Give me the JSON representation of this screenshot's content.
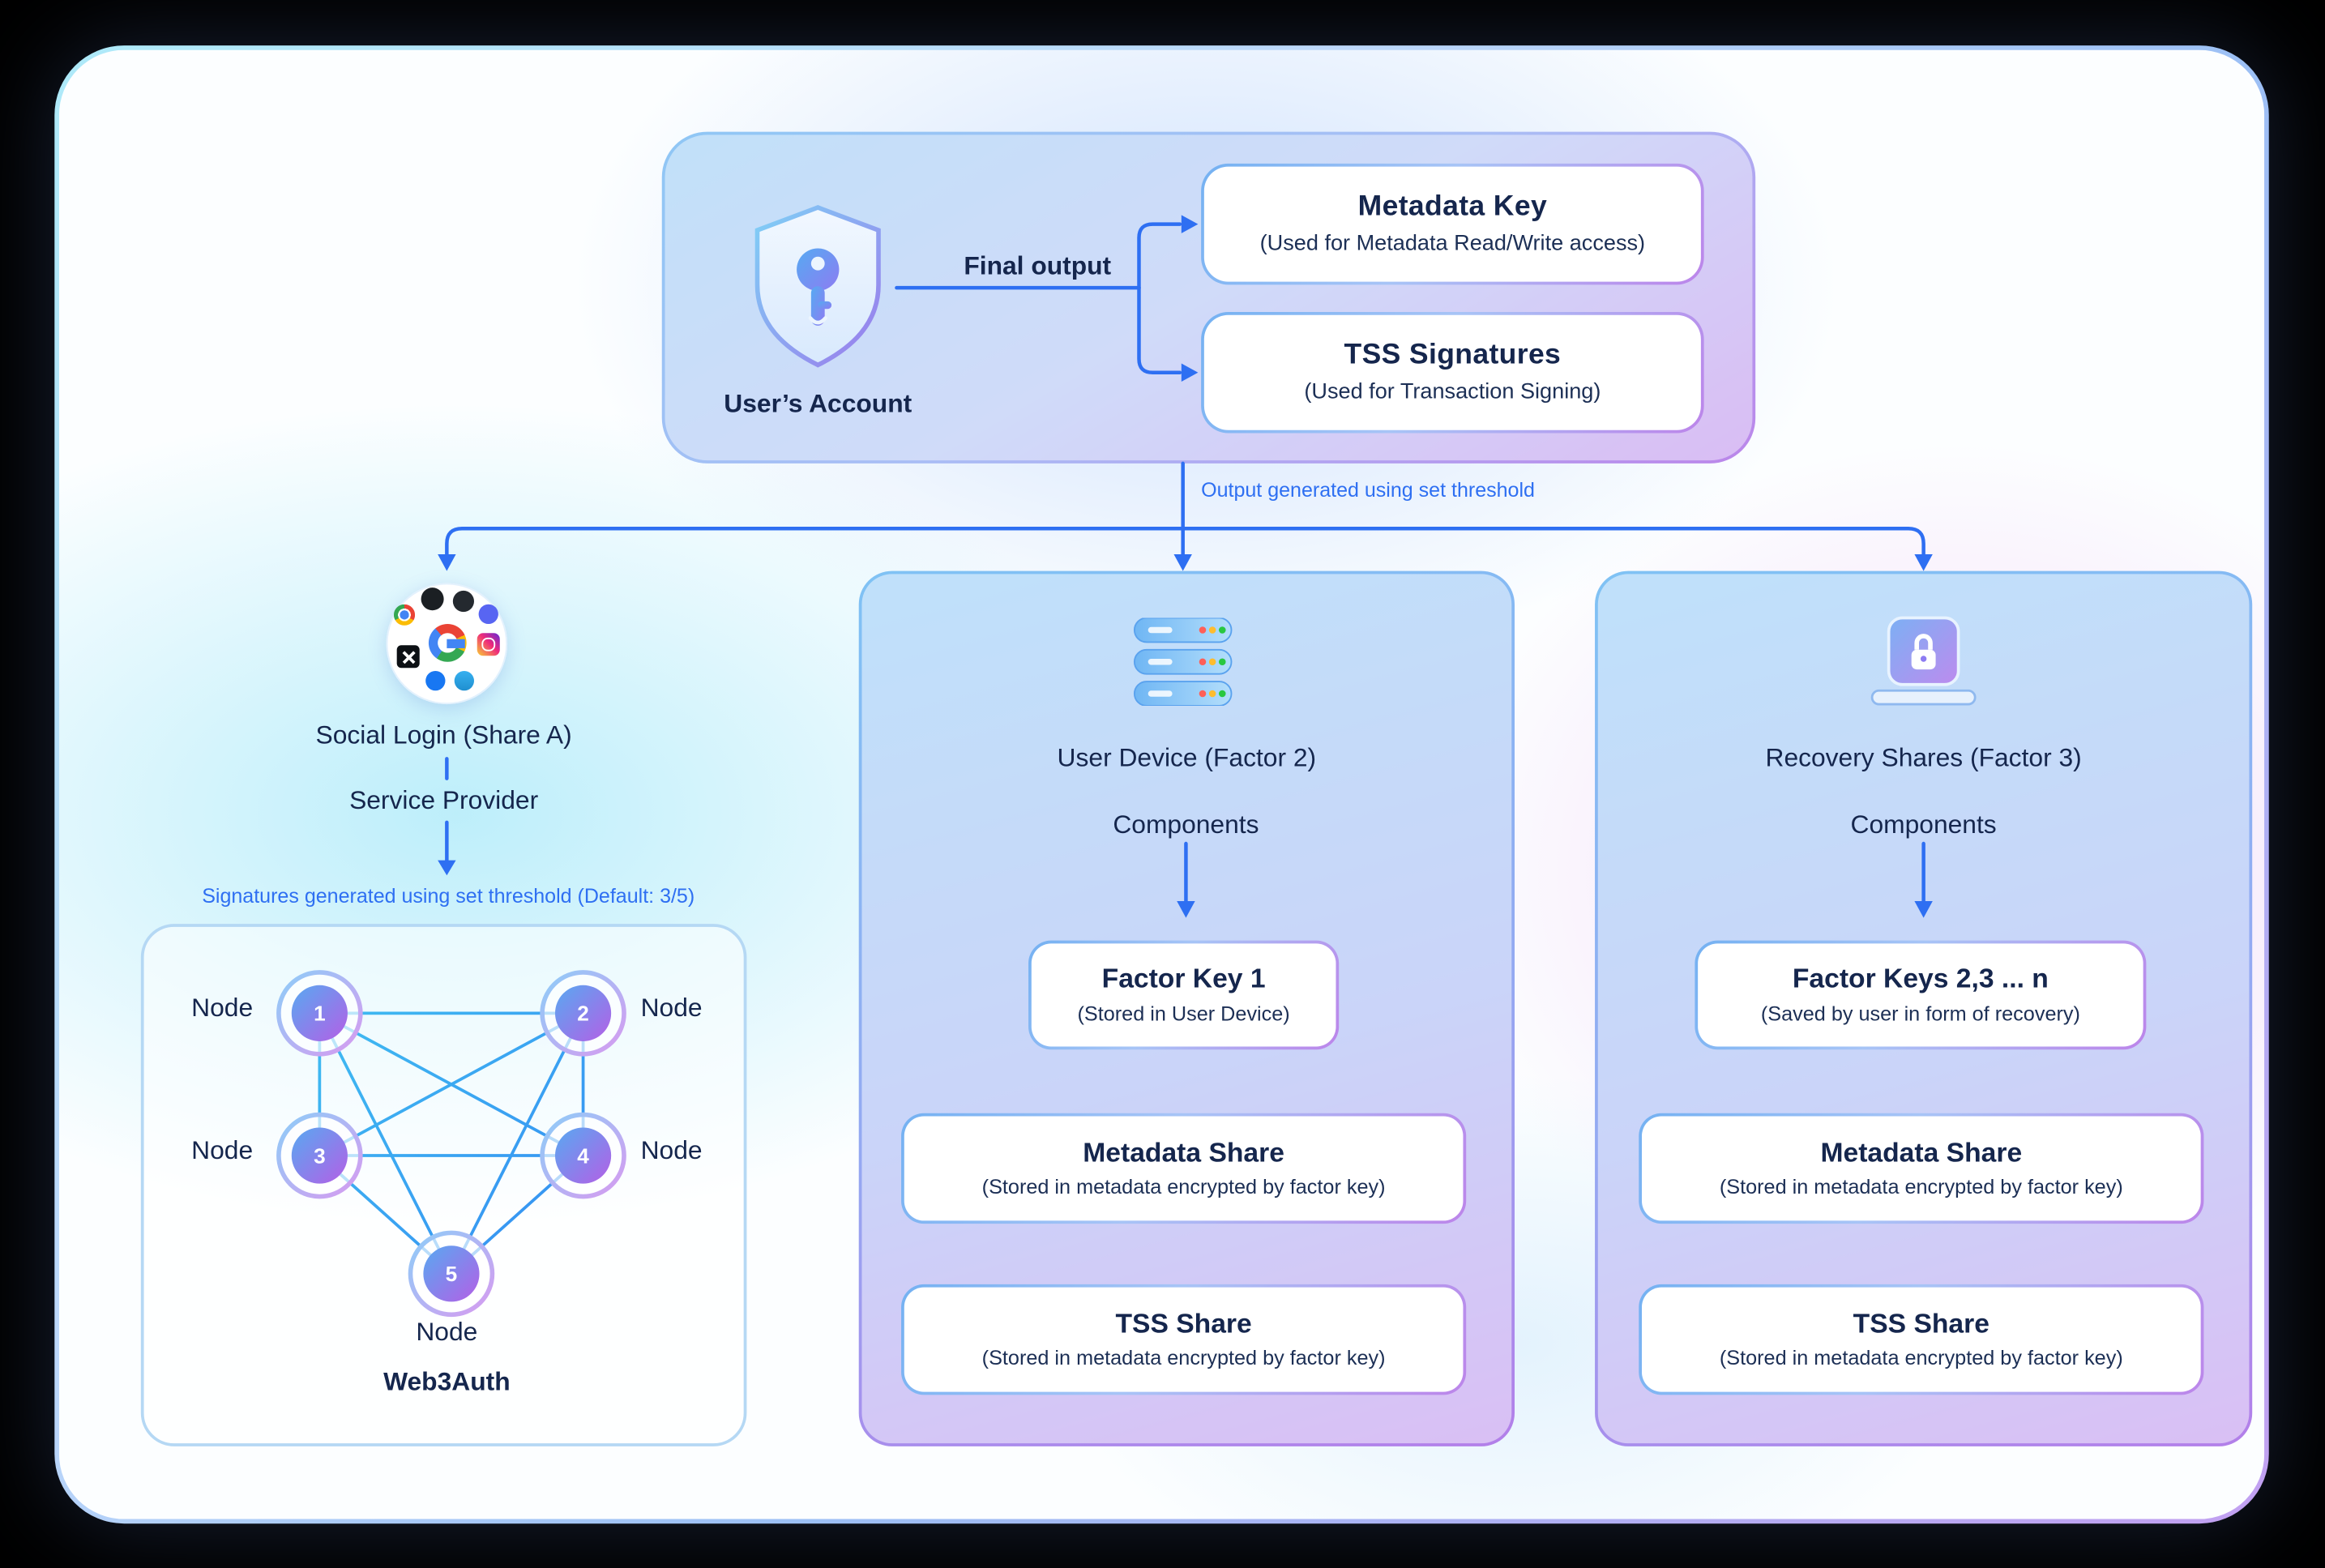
{
  "account": {
    "label": "User’s Account",
    "final_output": "Final output",
    "metadata_key": {
      "title": "Metadata Key",
      "subtitle": "(Used for Metadata Read/Write access)"
    },
    "tss_signatures": {
      "title": "TSS Signatures",
      "subtitle": "(Used for Transaction Signing)"
    },
    "threshold_note": "Output generated using set threshold"
  },
  "social": {
    "title": "Social Login (Share A)",
    "provider": "Service Provider",
    "threshold_note": "Signatures generated using set threshold (Default: 3/5)",
    "node_label": "Node",
    "nodes": [
      "1",
      "2",
      "3",
      "4",
      "5"
    ],
    "caption": "Web3Auth"
  },
  "device": {
    "title": "User Device (Factor 2)",
    "components_label": "Components",
    "cards": [
      {
        "title": "Factor Key 1",
        "subtitle": "(Stored in User Device)"
      },
      {
        "title": "Metadata Share",
        "subtitle": "(Stored in metadata encrypted by factor key)"
      },
      {
        "title": "TSS Share",
        "subtitle": "(Stored in metadata encrypted by factor key)"
      }
    ]
  },
  "recovery": {
    "title": "Recovery Shares (Factor 3)",
    "components_label": "Components",
    "cards": [
      {
        "title": "Factor Keys 2,3 ... n",
        "subtitle": "(Saved by user in form of recovery)"
      },
      {
        "title": "Metadata Share",
        "subtitle": "(Stored in metadata encrypted by factor key)"
      },
      {
        "title": "TSS Share",
        "subtitle": "(Stored in metadata encrypted by factor key)"
      }
    ]
  },
  "icons": {
    "account": "shield-key-icon",
    "social_login": [
      "google-icon",
      "chrome-icon",
      "apple-icon",
      "github-icon",
      "discord-icon",
      "instagram-icon",
      "x-icon",
      "facebook-icon",
      "telegram-icon"
    ],
    "user_device": "server-stack-icon",
    "recovery": "laptop-lock-icon"
  },
  "colors": {
    "arrow": "#2E6FF2",
    "text": "#15264D",
    "note_blue": "#2E6FF2",
    "cyan": "#45D4F1",
    "purple": "#B45FE6"
  }
}
